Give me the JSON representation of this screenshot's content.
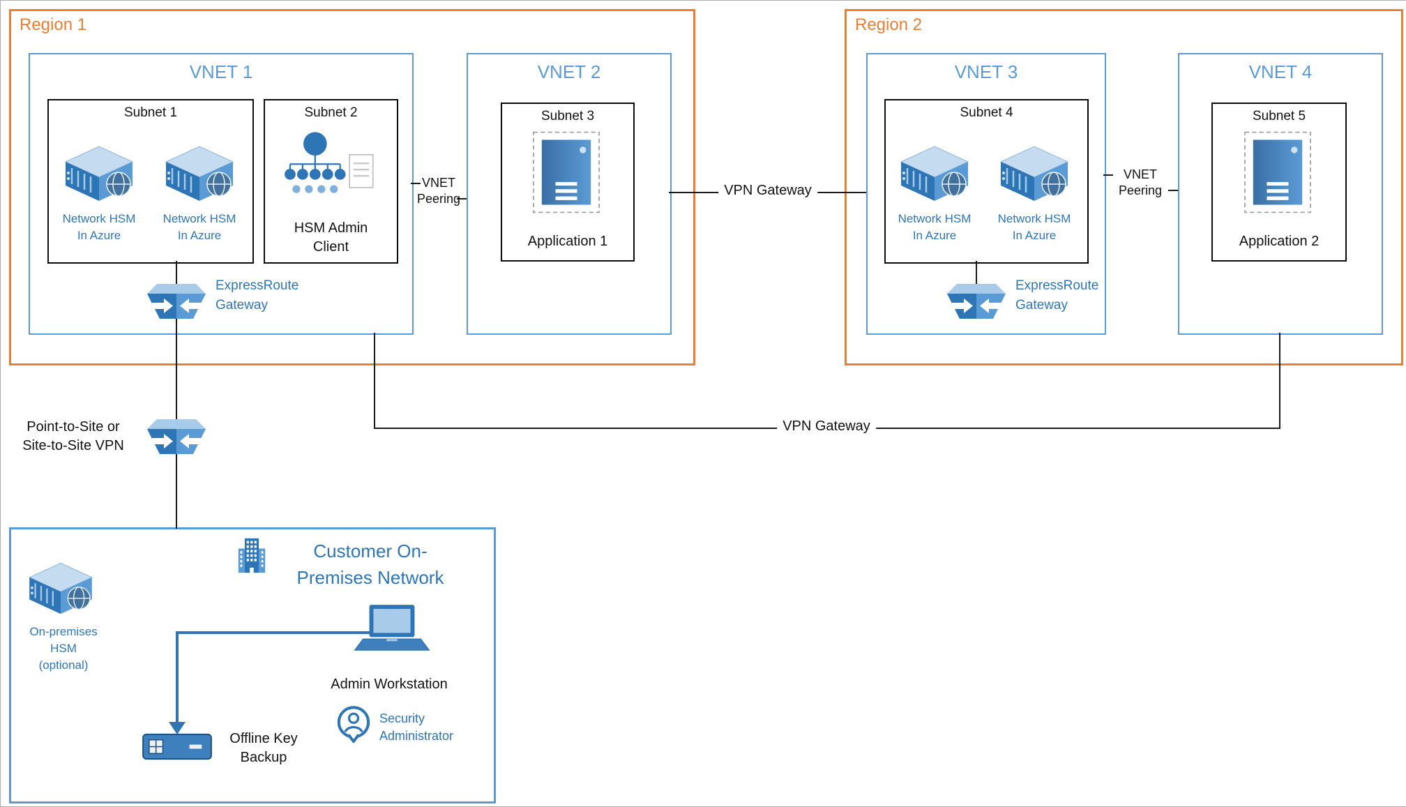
{
  "diagram": {
    "region1": {
      "label": "Region 1"
    },
    "region2": {
      "label": "Region 2"
    },
    "vnet1": {
      "label": "VNET 1"
    },
    "vnet2": {
      "label": "VNET 2"
    },
    "vnet3": {
      "label": "VNET 3"
    },
    "vnet4": {
      "label": "VNET 4"
    },
    "subnet1": {
      "label": "Subnet 1"
    },
    "subnet2": {
      "label": "Subnet 2"
    },
    "subnet3": {
      "label": "Subnet 3"
    },
    "subnet4": {
      "label": "Subnet 4"
    },
    "subnet5": {
      "label": "Subnet 5"
    },
    "labels": {
      "network_hsm": "Network HSM\nIn Azure",
      "hsm_admin_client": "HSM Admin\nClient",
      "application1": "Application 1",
      "application2": "Application 2",
      "expressroute_gateway": "ExpressRoute\nGateway",
      "vnet_peering": "VNET\nPeering",
      "vpn_gateway": "VPN Gateway",
      "point_to_site_vpn": "Point-to-Site or\nSite-to-Site VPN"
    },
    "onprem": {
      "title": "Customer On-\nPremises Network",
      "hsm_label": "On-premises\nHSM\n(optional)",
      "admin_workstation": "Admin Workstation",
      "offline_backup": "Offline Key\nBackup",
      "security_admin": "Security\nAdministrator"
    },
    "colors": {
      "region_border": "#ED7D31",
      "vnet_border": "#5B9BD5",
      "subnet_border": "#0A0A0A",
      "onprem_border": "#5B9BD5",
      "blue_text": "#2E75B6",
      "vnet_text": "#5B9BD5",
      "region_text": "#ED7D31",
      "connector": "#1A1A1A",
      "arrow": "#2E75B6"
    }
  }
}
